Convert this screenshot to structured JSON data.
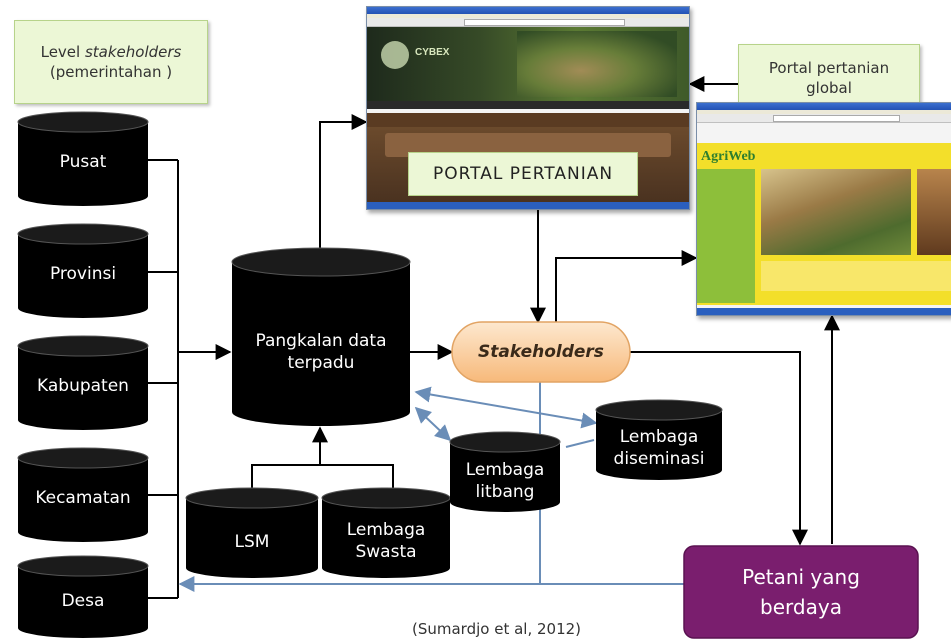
{
  "stakeholder_note": {
    "prefix": "Level ",
    "emphasis": "stakeholders",
    "line2": "(pemerintahan )"
  },
  "government_levels": [
    "Pusat",
    "Provinsi",
    "Kabupaten",
    "Kecamatan",
    "Desa"
  ],
  "database": {
    "line1": "Pangkalan data",
    "line2": "terpadu"
  },
  "stakeholders_label": "Stakeholders",
  "institutions": {
    "lsm": "LSM",
    "private": {
      "line1": "Lembaga",
      "line2": "Swasta"
    },
    "research": {
      "line1": "Lembaga",
      "line2": "litbang"
    },
    "dissemination": {
      "line1": "Lembaga",
      "line2": "diseminasi"
    }
  },
  "portal_label": "PORTAL PERTANIAN",
  "global_portal": {
    "line1": "Portal pertanian",
    "line2": "global"
  },
  "farmers": {
    "line1": "Petani yang",
    "line2": "berdaya"
  },
  "browser_brands": {
    "local": "CYBEX",
    "global": "AgriWeb"
  },
  "citation": "(Sumardjo et al, 2012)",
  "colors": {
    "cylinder_fill": "#000000",
    "cylinder_top": "#1b1b1b",
    "stakeholder_fill": "#fbd3a6",
    "farmer_fill": "#7a1e6e",
    "note_fill": "#ecf7d6",
    "link_blue": "#6a8db7"
  }
}
